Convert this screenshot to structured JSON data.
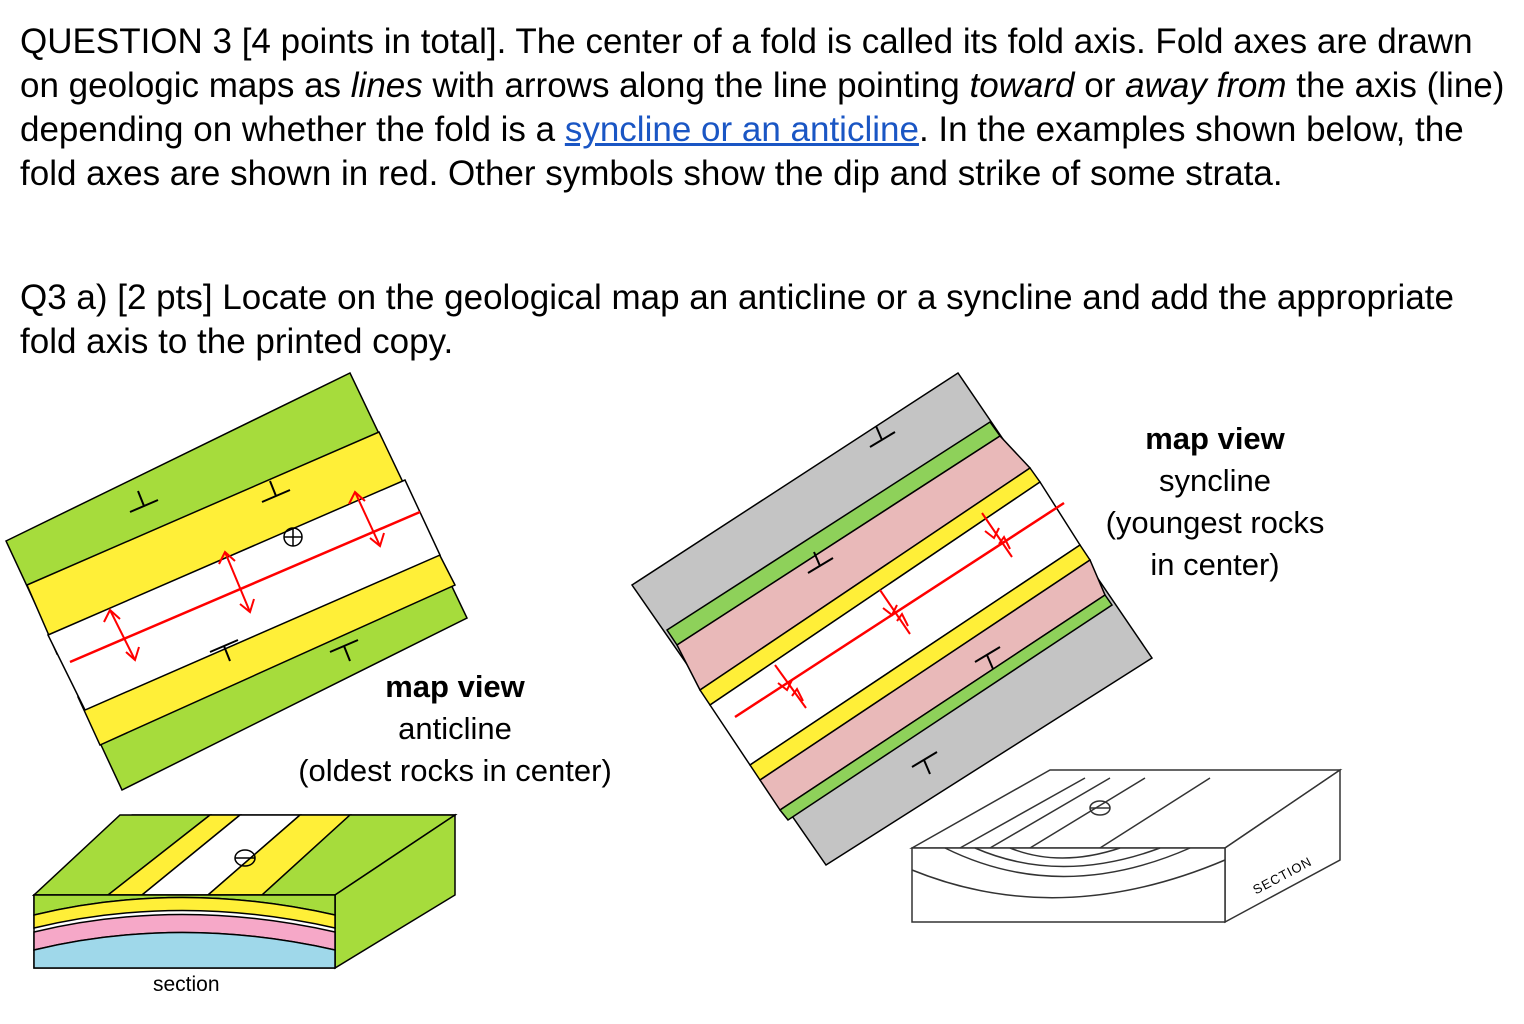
{
  "question": {
    "heading": "QUESTION 3 [4 points in total].",
    "s1": " The center of a fold is called its fold axis. Fold axes are drawn on geologic maps as ",
    "lines": "lines",
    "s2": " with arrows along the line pointing ",
    "toward": "toward",
    "or": " or ",
    "away": "away from",
    "s3": " the axis (line) depending on whether the fold is a ",
    "link": "syncline or an anticline",
    "s4": ". In the examples shown below, the fold axes are shown in red. Other symbols show the dip and strike of some strata."
  },
  "part_a": "Q3 a) [2 pts] Locate on the geological map an anticline or a syncline and add the appropriate fold axis to the printed copy.",
  "anticline": {
    "title": "map view",
    "name": "anticline",
    "note": "(oldest rocks in center)",
    "section_label": "section"
  },
  "syncline": {
    "title": "map view",
    "name": "syncline",
    "note1": "(youngest rocks",
    "note2": "in center)",
    "section_label": "SECTION"
  },
  "colors": {
    "green": "#a6dc3c",
    "yellow": "#ffef38",
    "pink": "#e9b9b9",
    "grey": "#c4c4c4",
    "red": "#ff0000",
    "link": "#1a56c4"
  }
}
